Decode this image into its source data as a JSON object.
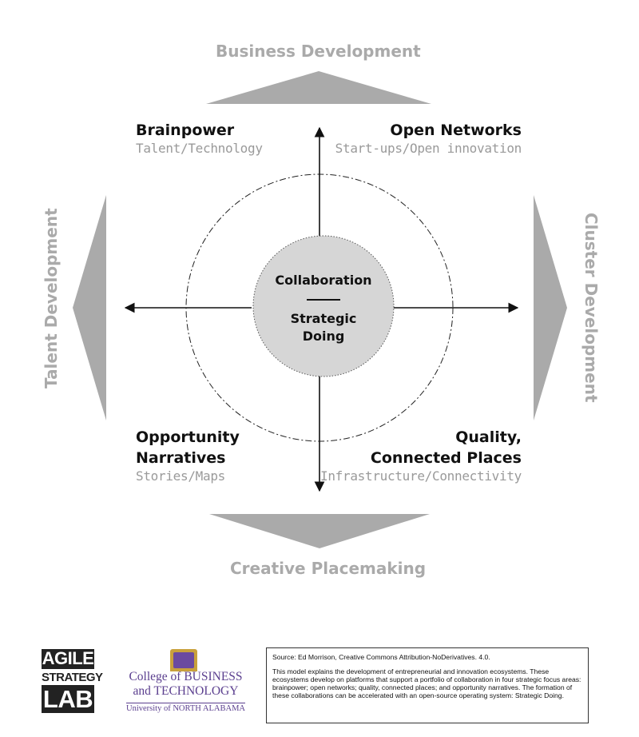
{
  "sides": {
    "top": "Business Development",
    "bottom": "Creative Placemaking",
    "left": "Talent Development",
    "right": "Cluster Development"
  },
  "quadrants": {
    "top_left": {
      "title": "Brainpower",
      "subtitle": "Talent/Technology"
    },
    "top_right": {
      "title": "Open Networks",
      "subtitle": "Start-ups/Open innovation"
    },
    "bottom_left": {
      "title_line1": "Opportunity",
      "title_line2": "Narratives",
      "subtitle": "Stories/Maps"
    },
    "bottom_right": {
      "title_line1": "Quality,",
      "title_line2": "Connected Places",
      "subtitle": "Infrastructure/Connectivity"
    }
  },
  "center": {
    "top": "Collaboration",
    "bottom_line1": "Strategic",
    "bottom_line2": "Doing"
  },
  "logos": {
    "agile_line1": "AGILE",
    "agile_line2": "STRATEGY",
    "agile_line3": "LAB",
    "college_line1": "College of BUSINESS",
    "college_line2": "and TECHNOLOGY",
    "college_line3": "University of NORTH ALABAMA"
  },
  "source": {
    "citation": "Source: Ed Morrison, Creative Commons Attribution-NoDerivatives. 4.0.",
    "description": "This model explains the development of entrepreneurial and innovation ecosystems. These ecosystems develop on platforms that support a portfolio of collaboration in four strategic focus areas: brainpower; open networks; quality, connected places; and opportunity narratives. The formation of these collaborations can be accelerated with an open-source operating system: Strategic Doing."
  },
  "colors": {
    "triangle": "#aaaaaa",
    "center_circle": "#d6d6d6",
    "college_purple": "#5b3f8f"
  }
}
